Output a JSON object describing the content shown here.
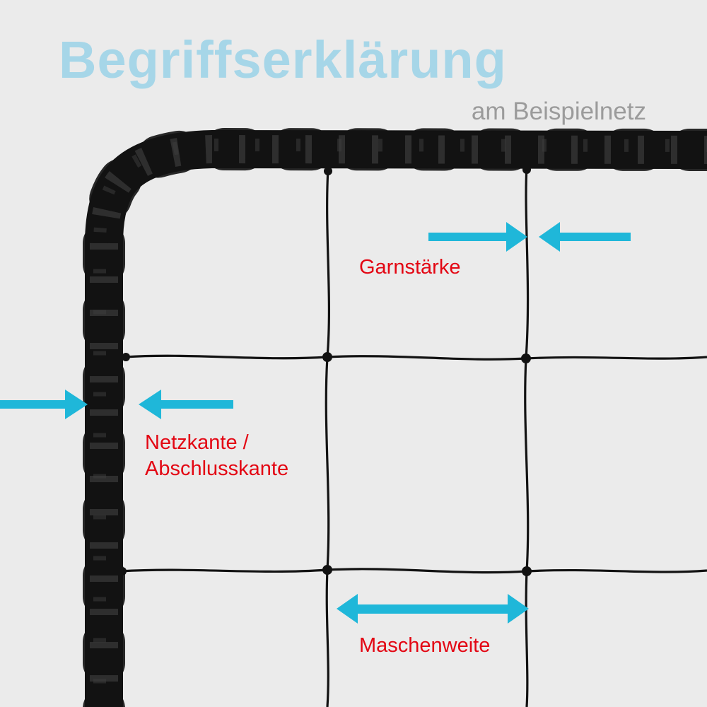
{
  "title": "Begriffserklärung",
  "subtitle": "am Beispielnetz",
  "labels": {
    "yarn_thickness": "Garnstärke",
    "net_edge_line1": "Netzkante /",
    "net_edge_line2": "Abschlusskante",
    "mesh_width": "Maschenweite"
  },
  "colors": {
    "background": "#ebebeb",
    "title": "#a6d6e8",
    "subtitle": "#9b9b9b",
    "label": "#e30613",
    "arrow": "#1fb7d9",
    "net": "#121212"
  }
}
